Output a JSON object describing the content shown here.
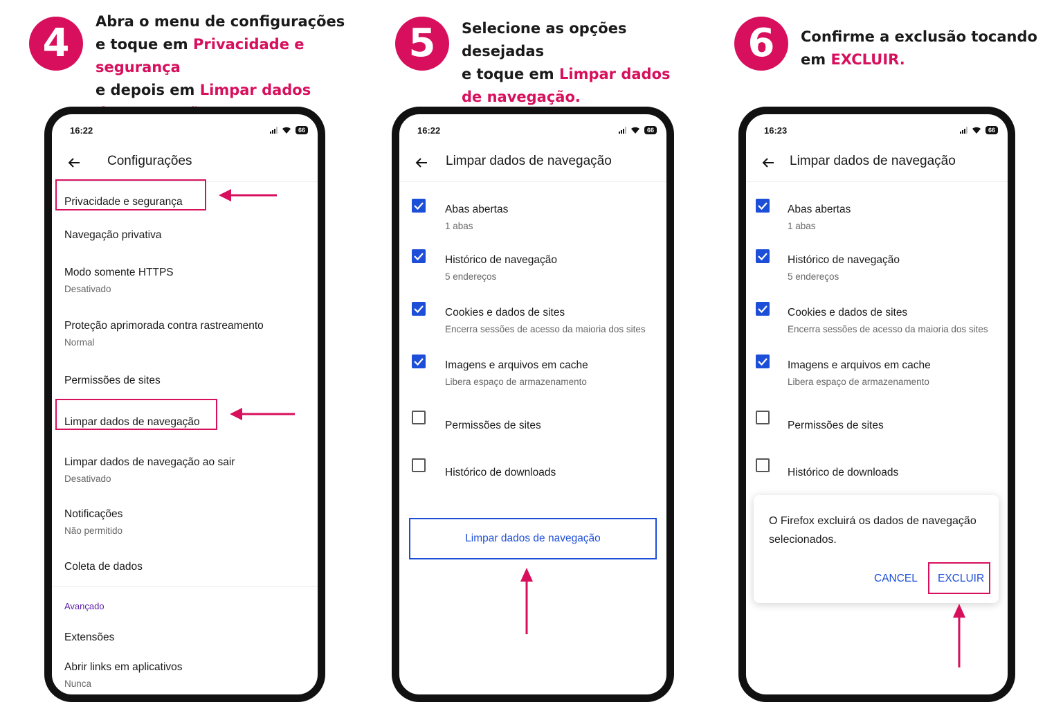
{
  "steps": [
    {
      "num": "4",
      "text_a": "Abra o menu de configurações",
      "text_b": "e toque em ",
      "hl_1": "Privacidade e segurança",
      "text_c": "e depois em ",
      "hl_2": "Limpar dados",
      "hl_3": "de navegação."
    },
    {
      "num": "5",
      "text_a": "Selecione as opções desejadas",
      "text_b": "e toque em ",
      "hl_1": "Limpar dados",
      "hl_2": "de navegação."
    },
    {
      "num": "6",
      "text_a": "Confirme a exclusão tocando",
      "text_b": "em ",
      "hl_1": "EXCLUIR."
    }
  ],
  "phone1": {
    "time": "16:22",
    "battery": "66",
    "title": "Configurações",
    "items": [
      {
        "title": "Privacidade e segurança",
        "sub": ""
      },
      {
        "title": "Navegação privativa",
        "sub": ""
      },
      {
        "title": "Modo somente HTTPS",
        "sub": "Desativado"
      },
      {
        "title": "Proteção aprimorada contra rastreamento",
        "sub": "Normal"
      },
      {
        "title": "Permissões de sites",
        "sub": ""
      },
      {
        "title": "Limpar dados de navegação",
        "sub": ""
      },
      {
        "title": "Limpar dados de navegação ao sair",
        "sub": "Desativado"
      },
      {
        "title": "Notificações",
        "sub": "Não permitido"
      },
      {
        "title": "Coleta de dados",
        "sub": ""
      },
      {
        "title": "Extensões",
        "sub": ""
      },
      {
        "title": "Abrir links em aplicativos",
        "sub": "Nunca"
      }
    ],
    "section": "Avançado"
  },
  "phone2": {
    "time": "16:22",
    "battery": "66",
    "title": "Limpar dados de navegação",
    "options": [
      {
        "title": "Abas abertas",
        "sub": "1 abas",
        "checked": true
      },
      {
        "title": "Histórico de navegação",
        "sub": "5 endereços",
        "checked": true
      },
      {
        "title": "Cookies e dados de sites",
        "sub": "Encerra sessões de acesso da maioria dos sites",
        "checked": true
      },
      {
        "title": "Imagens e arquivos em cache",
        "sub": "Libera espaço de armazenamento",
        "checked": true
      },
      {
        "title": "Permissões de sites",
        "sub": "",
        "checked": false
      },
      {
        "title": "Histórico de downloads",
        "sub": "",
        "checked": false
      }
    ],
    "button": "Limpar dados de navegação"
  },
  "phone3": {
    "time": "16:23",
    "battery": "66",
    "title": "Limpar dados de navegação",
    "options": [
      {
        "title": "Abas abertas",
        "sub": "1 abas",
        "checked": true
      },
      {
        "title": "Histórico de navegação",
        "sub": "5 endereços",
        "checked": true
      },
      {
        "title": "Cookies e dados de sites",
        "sub": "Encerra sessões de acesso da maioria dos sites",
        "checked": true
      },
      {
        "title": "Imagens e arquivos em cache",
        "sub": "Libera espaço de armazenamento",
        "checked": true
      },
      {
        "title": "Permissões de sites",
        "sub": "",
        "checked": false
      },
      {
        "title": "Histórico de downloads",
        "sub": "",
        "checked": false
      }
    ],
    "dialog": {
      "message": "O Firefox excluirá os dados de navegação selecionados.",
      "cancel": "CANCEL",
      "confirm": "EXCLUIR"
    }
  },
  "colors": {
    "accent": "#d70f5c",
    "checkbox": "#1d4ed8",
    "section": "#5b1ea8"
  }
}
